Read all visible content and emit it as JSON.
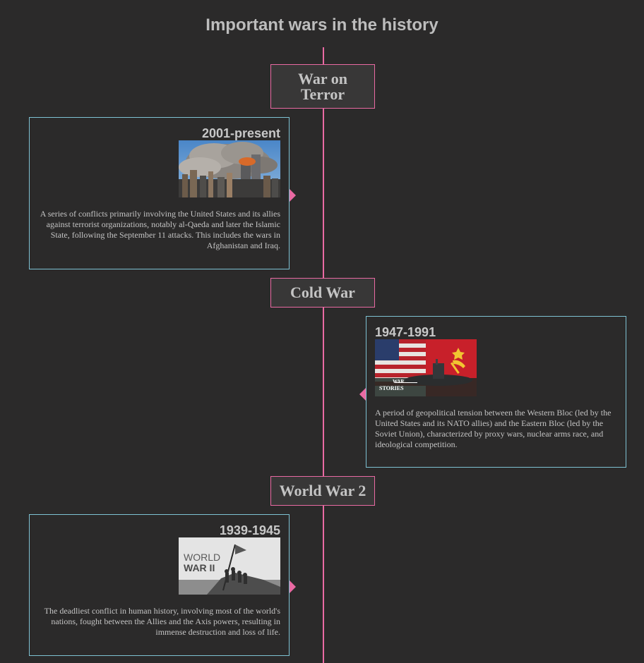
{
  "page": {
    "title": "Important wars in the history"
  },
  "colors": {
    "background": "#2b2a2a",
    "timeline_accent": "#e96aa3",
    "card_border": "#7ec2d3",
    "text": "#c4c4c4"
  },
  "events": [
    {
      "era": "War on Terror",
      "era_line1": "War on",
      "era_line2": "Terror",
      "period": "2001-present",
      "image_icon": "wtc-smoke-photo",
      "description": "A series of conflicts primarily involving the United States and its allies against terrorist organizations, notably al-Qaeda and later the Islamic State, following the September 11 attacks. This includes the wars in Afghanistan and Iraq."
    },
    {
      "era": "Cold War",
      "period": "1947-1991",
      "image_icon": "flags-submarine-photo",
      "image_caption_line1": "WAR",
      "image_caption_line2": "STORIES",
      "description": "A period of geopolitical tension between the Western Bloc (led by the United States and its NATO allies) and the Eastern Bloc (led by the Soviet Union), characterized by proxy wars, nuclear arms race, and ideological competition."
    },
    {
      "era": "World War 2",
      "period": "1939-1945",
      "image_icon": "iwo-jima-photo",
      "image_caption_line1": "WORLD",
      "image_caption_line2": "WAR II",
      "description": "The deadliest conflict in human history, involving most of the world's nations, fought between the Allies and the Axis powers, resulting in immense destruction and loss of life."
    }
  ]
}
